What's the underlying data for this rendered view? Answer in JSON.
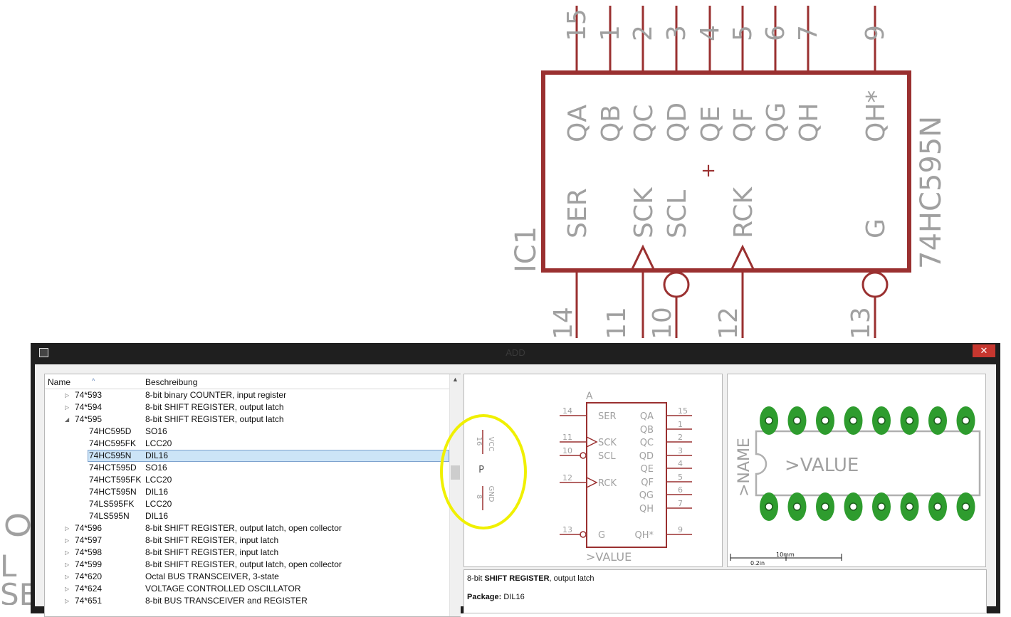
{
  "schematic": {
    "part_name": "IC1",
    "part_value": "74HC595N",
    "top_pins": [
      {
        "num": "15",
        "label": "QA"
      },
      {
        "num": "1",
        "label": "QB"
      },
      {
        "num": "2",
        "label": "QC"
      },
      {
        "num": "3",
        "label": "QD"
      },
      {
        "num": "4",
        "label": "QE"
      },
      {
        "num": "5",
        "label": "QF"
      },
      {
        "num": "6",
        "label": "QG"
      },
      {
        "num": "7",
        "label": "QH"
      },
      {
        "num": "9",
        "label": "QH*"
      }
    ],
    "bottom_pins": [
      {
        "num": "14",
        "label": "SER"
      },
      {
        "num": "11",
        "label": "SCK"
      },
      {
        "num": "10",
        "label": "SCL"
      },
      {
        "num": "12",
        "label": "RCK"
      },
      {
        "num": "13",
        "label": "G"
      }
    ],
    "left_edge_glyphs": [
      "O",
      "L",
      "SE"
    ]
  },
  "dialog": {
    "title": "ADD",
    "close_glyph": "✕",
    "tree": {
      "columns": {
        "name": "Name",
        "description": "Beschreibung"
      },
      "rows": [
        {
          "name": "74*593",
          "desc": "8-bit binary COUNTER, input register",
          "level": 0,
          "expander": "▷"
        },
        {
          "name": "74*594",
          "desc": "8-bit SHIFT REGISTER, output latch",
          "level": 0,
          "expander": "▷"
        },
        {
          "name": "74*595",
          "desc": "8-bit SHIFT REGISTER, output latch",
          "level": 0,
          "expander": "◢"
        },
        {
          "name": "74HC595D",
          "desc": "SO16",
          "level": 1,
          "expander": ""
        },
        {
          "name": "74HC595FK",
          "desc": "LCC20",
          "level": 1,
          "expander": ""
        },
        {
          "name": "74HC595N",
          "desc": "DIL16",
          "level": 1,
          "expander": "",
          "selected": true
        },
        {
          "name": "74HCT595D",
          "desc": "SO16",
          "level": 1,
          "expander": ""
        },
        {
          "name": "74HCT595FK",
          "desc": "LCC20",
          "level": 1,
          "expander": ""
        },
        {
          "name": "74HCT595N",
          "desc": "DIL16",
          "level": 1,
          "expander": ""
        },
        {
          "name": "74LS595FK",
          "desc": "LCC20",
          "level": 1,
          "expander": ""
        },
        {
          "name": "74LS595N",
          "desc": "DIL16",
          "level": 1,
          "expander": ""
        },
        {
          "name": "74*596",
          "desc": "8-bit SHIFT REGISTER, output latch, open collector",
          "level": 0,
          "expander": "▷"
        },
        {
          "name": "74*597",
          "desc": "8-bit SHIFT REGISTER, input latch",
          "level": 0,
          "expander": "▷"
        },
        {
          "name": "74*598",
          "desc": "8-bit SHIFT REGISTER, input latch",
          "level": 0,
          "expander": "▷"
        },
        {
          "name": "74*599",
          "desc": "8-bit SHIFT REGISTER, output latch, open collector",
          "level": 0,
          "expander": "▷"
        },
        {
          "name": "74*620",
          "desc": "Octal BUS TRANSCEIVER, 3-state",
          "level": 0,
          "expander": "▷"
        },
        {
          "name": "74*624",
          "desc": "VOLTAGE CONTROLLED OSCILLATOR",
          "level": 0,
          "expander": "▷"
        },
        {
          "name": "74*651",
          "desc": "8-bit BUS TRANSCEIVER and REGISTER",
          "level": 0,
          "expander": "▷"
        }
      ]
    },
    "symbol_preview": {
      "power": {
        "vcc_pin": "16",
        "vcc_label": "VCC",
        "gnd_pin": "8",
        "gnd_label": "GND",
        "gate": "P"
      },
      "gate_label": "A",
      "left_pins": [
        {
          "num": "14",
          "label": "SER"
        },
        {
          "num": "11",
          "label": "SCK"
        },
        {
          "num": "10",
          "label": "SCL"
        },
        {
          "num": "12",
          "label": "RCK"
        },
        {
          "num": "13",
          "label": "G"
        }
      ],
      "right_pins": [
        {
          "num": "15",
          "label": "QA"
        },
        {
          "num": "1",
          "label": "QB"
        },
        {
          "num": "2",
          "label": "QC"
        },
        {
          "num": "3",
          "label": "QD"
        },
        {
          "num": "4",
          "label": "QE"
        },
        {
          "num": "5",
          "label": "QF"
        },
        {
          "num": "6",
          "label": "QG"
        },
        {
          "num": "7",
          "label": "QH"
        },
        {
          "num": "9",
          "label": "QH*"
        }
      ],
      "value_label": ">VALUE"
    },
    "package_preview": {
      "name_label": ">NAME",
      "value_label": ">VALUE",
      "scale_mm": "10mm",
      "scale_in": "0.2in"
    },
    "description": {
      "prefix": "8-bit ",
      "bold": "SHIFT REGISTER",
      "suffix": ", output latch",
      "package_label": "Package:",
      "package_value": "DIL16"
    }
  },
  "colors": {
    "wire": "#9a3030",
    "text_gray": "#a0a0a0",
    "selection": "#cce4f7",
    "highlight_circle": "#f0f000",
    "pad_green": "#2e9c2e"
  }
}
